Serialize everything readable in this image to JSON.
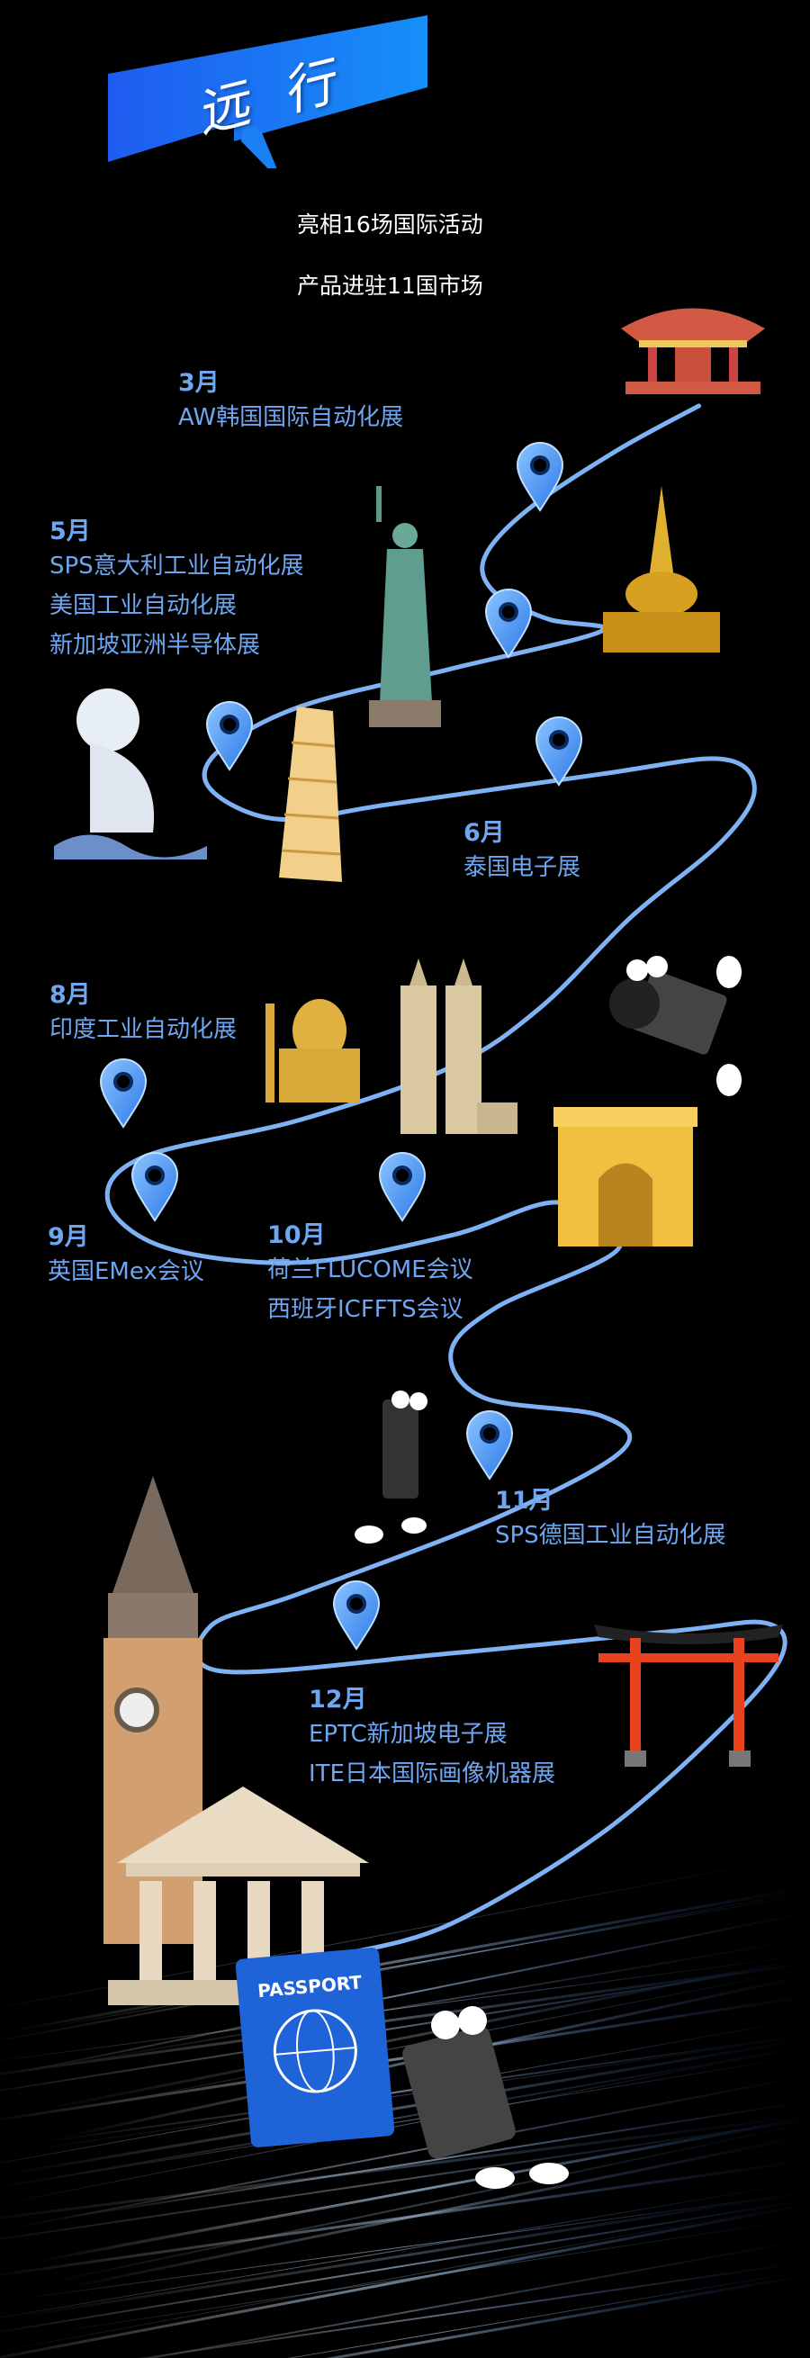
{
  "header": {
    "title": "远行",
    "stats": [
      "亮相16场国际活动",
      "产品进驻11国市场"
    ]
  },
  "timeline": [
    {
      "month": "3月",
      "events": [
        "AW韩国国际自动化展"
      ]
    },
    {
      "month": "5月",
      "events": [
        "SPS意大利工业自动化展",
        "美国工业自动化展",
        "新加坡亚洲半导体展"
      ]
    },
    {
      "month": "6月",
      "events": [
        "泰国电子展"
      ]
    },
    {
      "month": "8月",
      "events": [
        "印度工业自动化展"
      ]
    },
    {
      "month": "9月",
      "events": [
        "英国EMex会议"
      ]
    },
    {
      "month": "10月",
      "events": [
        "荷兰FLUCOME会议",
        "西班牙ICFFTS会议"
      ]
    },
    {
      "month": "11月",
      "events": [
        "SPS德国工业自动化展"
      ]
    },
    {
      "month": "12月",
      "events": [
        "EPTC新加坡电子展",
        "ITE日本国际画像机器展"
      ]
    }
  ],
  "illustrations": {
    "passport_label": "PASSPORT"
  },
  "colors": {
    "background": "#000000",
    "accent": "#6ea6f2",
    "banner_start": "#1f5cf0",
    "banner_end": "#158ff8",
    "route": "#7fb2f5"
  }
}
